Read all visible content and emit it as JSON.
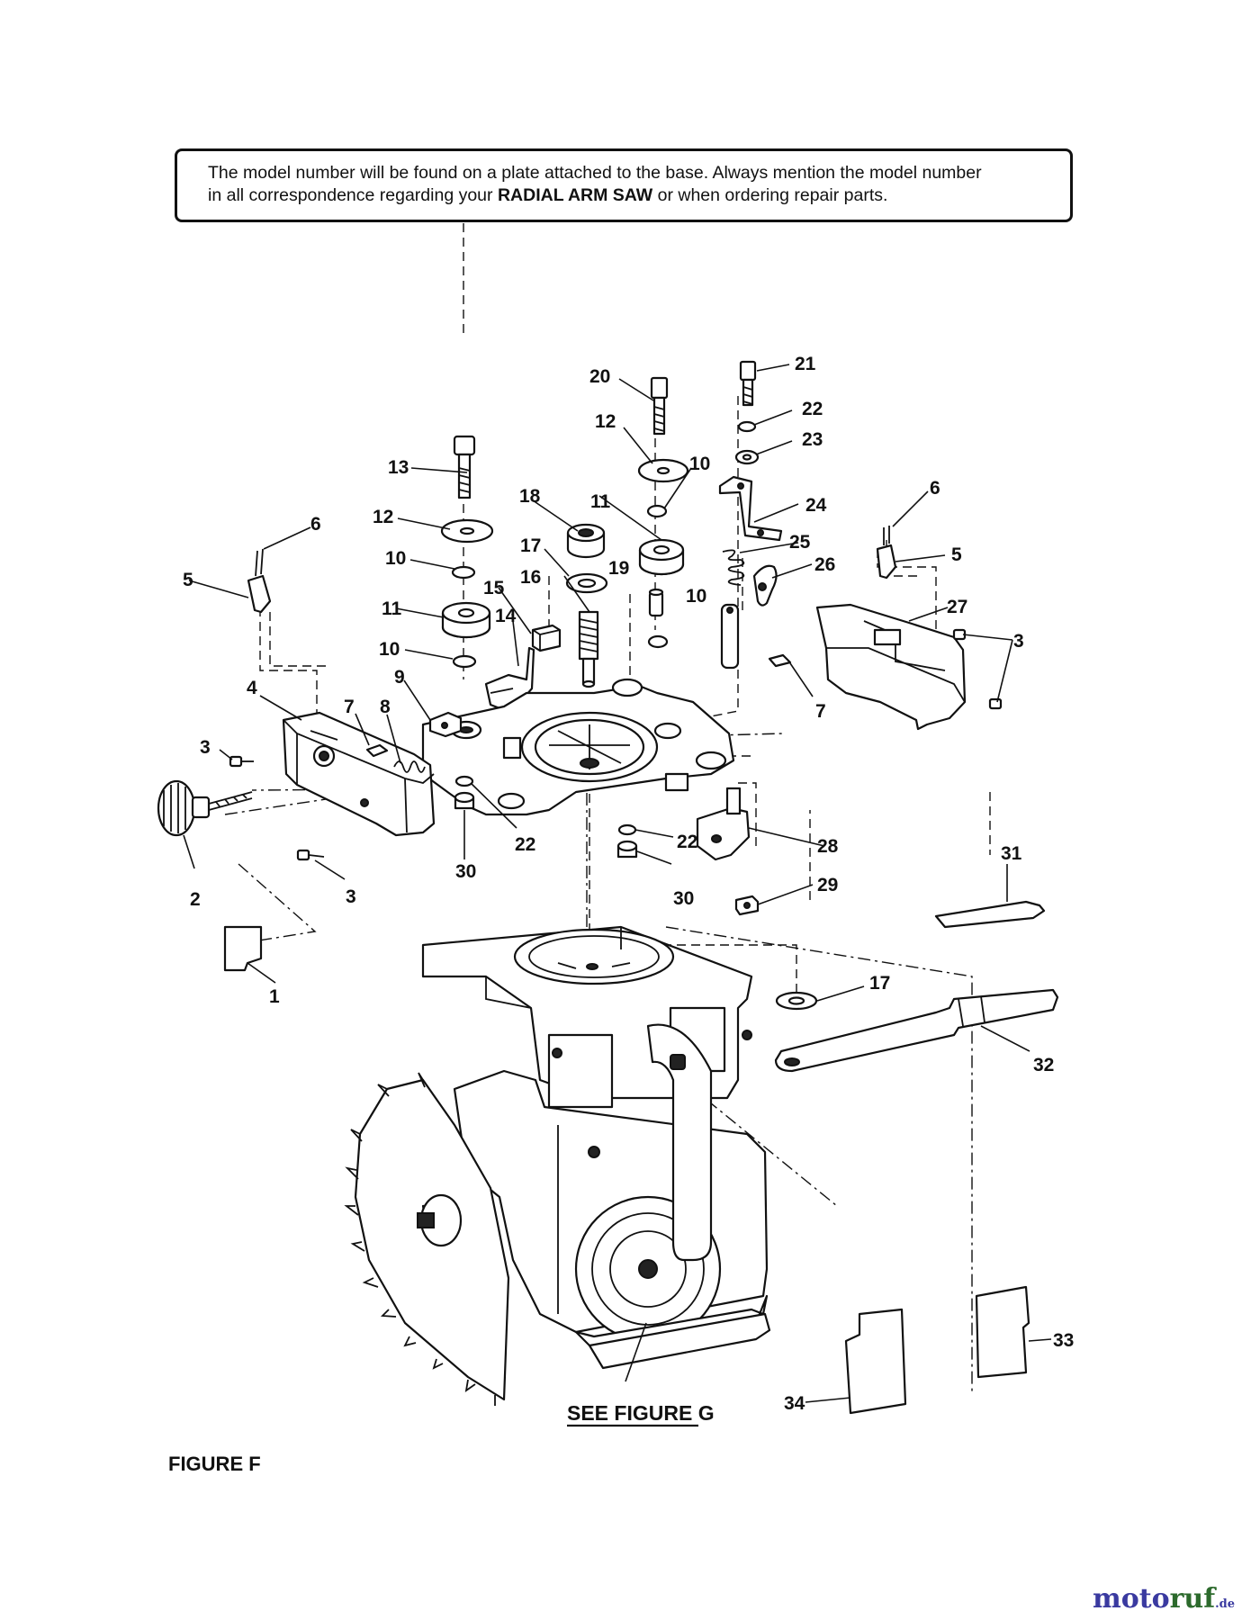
{
  "notice": {
    "line1": "The model number will be found on a plate attached to the base. Always mention the model number",
    "line2_pre": "in all correspondence regarding your ",
    "line2_bold": "RADIAL ARM SAW",
    "line2_post": " or when ordering repair parts."
  },
  "callouts": [
    "1",
    "2",
    "3",
    "3",
    "3",
    "4",
    "5",
    "5",
    "6",
    "6",
    "7",
    "7",
    "8",
    "9",
    "10",
    "10",
    "10",
    "10",
    "11",
    "11",
    "12",
    "12",
    "13",
    "14",
    "15",
    "16",
    "17",
    "17",
    "18",
    "19",
    "20",
    "21",
    "22",
    "22",
    "22",
    "23",
    "24",
    "25",
    "26",
    "27",
    "28",
    "29",
    "30",
    "30",
    "31",
    "32",
    "33",
    "34"
  ],
  "see_figure": "SEE FIGURE G",
  "figure_label": "FIGURE F",
  "watermark": {
    "main": "moto",
    "accent": "ruf",
    "suffix": ".de"
  }
}
